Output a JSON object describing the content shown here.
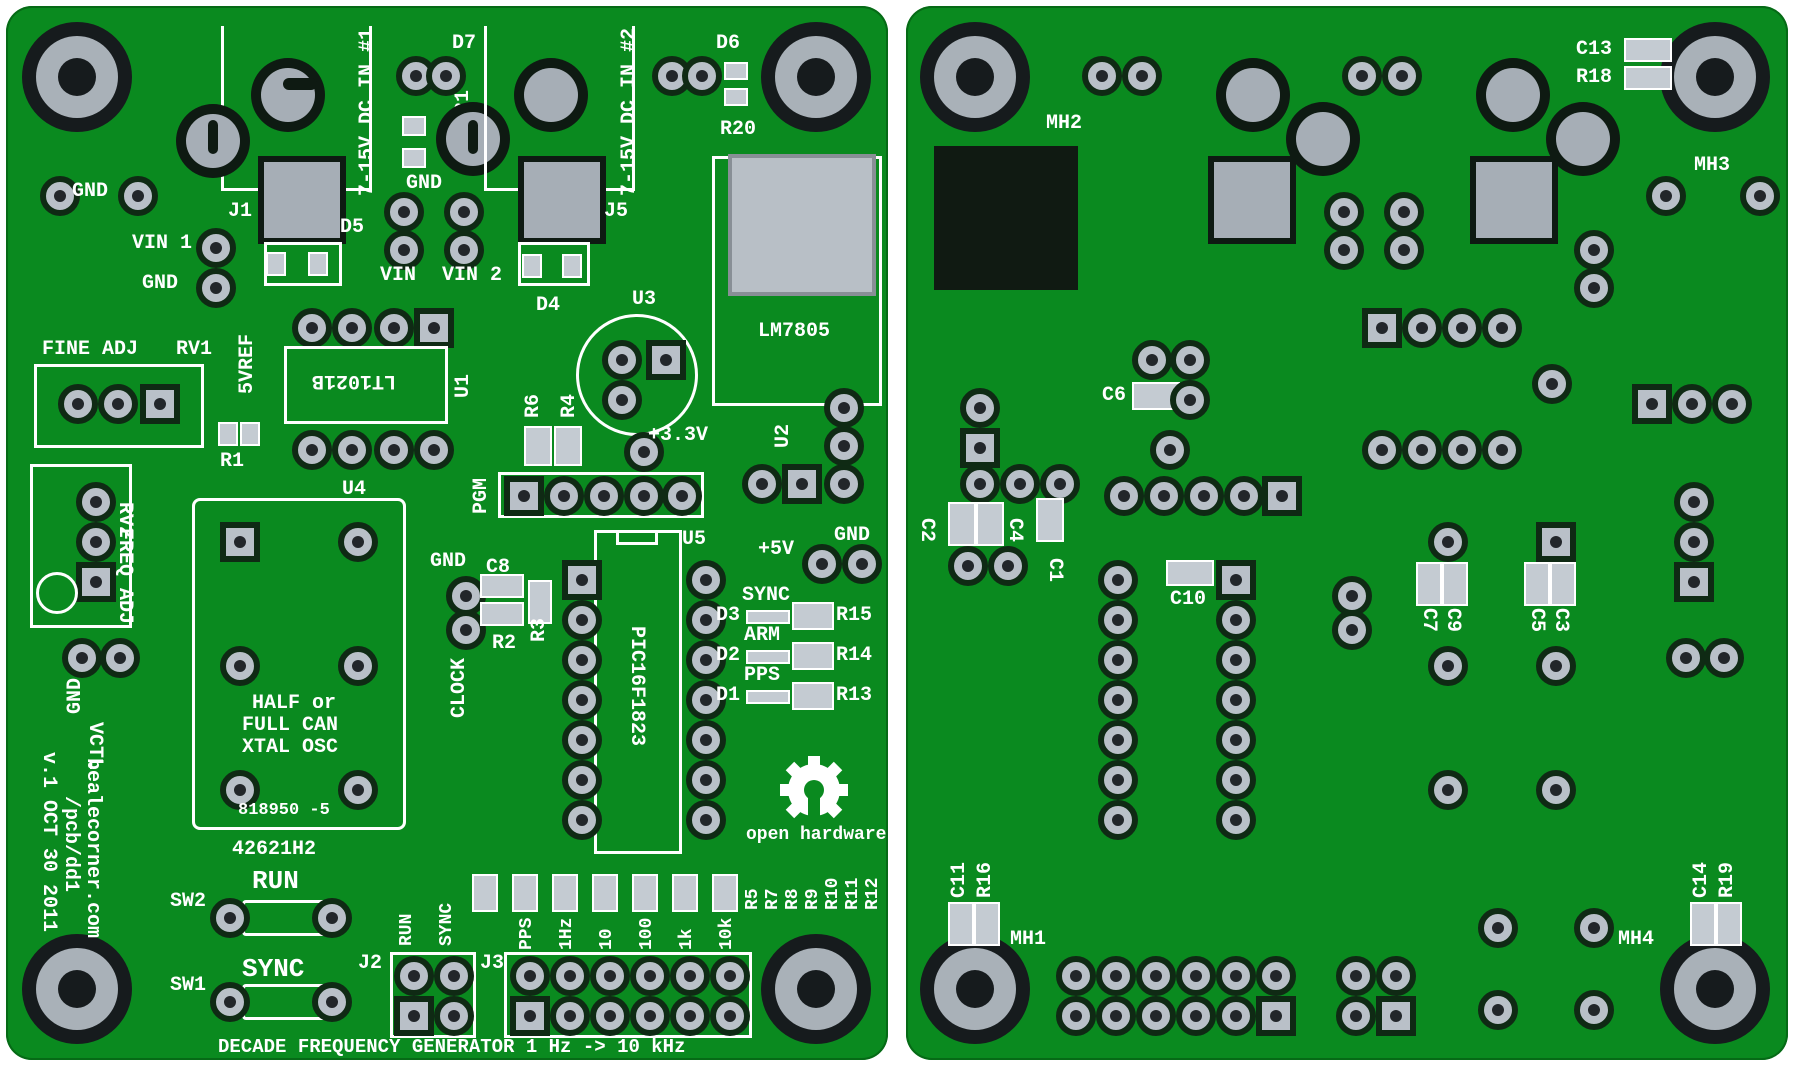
{
  "front": {
    "title": "DECADE FREQUENCY GENERATOR 1 Hz -> 10 kHz",
    "credit": [
      "bealecorner.com",
      "/pcb/dd1",
      "v.1 OCT 30 2011"
    ],
    "oshw_text": "open hardware",
    "labels": {
      "gnd1": "GND",
      "vin1": "VIN 1",
      "gnd2": "GND",
      "j1": "J1",
      "d5": "D5",
      "dc1": "7-15V DC IN #1",
      "d7": "D7",
      "r21": "R21",
      "gnd3": "GND",
      "vin": "VIN",
      "vin2": "VIN 2",
      "dc2": "7-15V DC IN #2",
      "j5": "J5",
      "d4": "D4",
      "d6": "D6",
      "r20": "R20",
      "lm7805": "LM7805",
      "u3": "U3",
      "u1": "U1",
      "lt1021b": "LT1021B",
      "sv5ref": "5VREF",
      "fine_adj": "FINE ADJ",
      "rv1": "RV1",
      "r1": "R1",
      "rv2": "RV2",
      "freq_adj": "FREQ ADJ",
      "gnd4": "GND",
      "vctl": "VCTL",
      "r6": "R6",
      "r4": "R4",
      "v33": "+3.3V",
      "u2": "U2",
      "pgm": "PGM",
      "u4": "U4",
      "half_full": [
        "HALF or",
        "FULL CAN",
        "XTAL OSC"
      ],
      "osc_part": "818950 -5",
      "osc_code": "42621H2",
      "gnd5": "GND",
      "c8": "C8",
      "r2": "R2",
      "r3": "R3",
      "clock": "CLOCK",
      "u5": "U5",
      "pic": "PIC16F1823",
      "v5": "+5V",
      "gnd6": "GND",
      "sync": "SYNC",
      "arm": "ARM",
      "pps": "PPS",
      "d3": "D3",
      "d2": "D2",
      "d1": "D1",
      "r15": "R15",
      "r14": "R14",
      "r13": "R13",
      "r_col": [
        "R5",
        "R7",
        "R8",
        "R9",
        "R10",
        "R11",
        "R12"
      ],
      "run": "RUN",
      "sync_btn": "SYNC",
      "sw2": "SW2",
      "sw1": "SW1",
      "j2": "J2",
      "j2_run": "RUN",
      "j2_sync": "SYNC",
      "j3": "J3",
      "j3_pins": [
        "PPS",
        "1Hz",
        "10",
        "100",
        "1k",
        "10k"
      ]
    }
  },
  "back": {
    "labels": {
      "mh1": "MH1",
      "mh2": "MH2",
      "mh3": "MH3",
      "mh4": "MH4",
      "c13": "C13",
      "r18": "R18",
      "c6": "C6",
      "c2": "C2",
      "c4": "C4",
      "c1": "C1",
      "c10": "C10",
      "c7": "C7",
      "c9": "C9",
      "c5": "C5",
      "c3": "C3",
      "c11": "C11",
      "r16": "R16",
      "c14": "C14",
      "r19": "R19"
    }
  },
  "colors": {
    "solder_mask": "#0a8a1f",
    "silkscreen": "#ffffff",
    "copper_pad": "#b9c0c8"
  }
}
